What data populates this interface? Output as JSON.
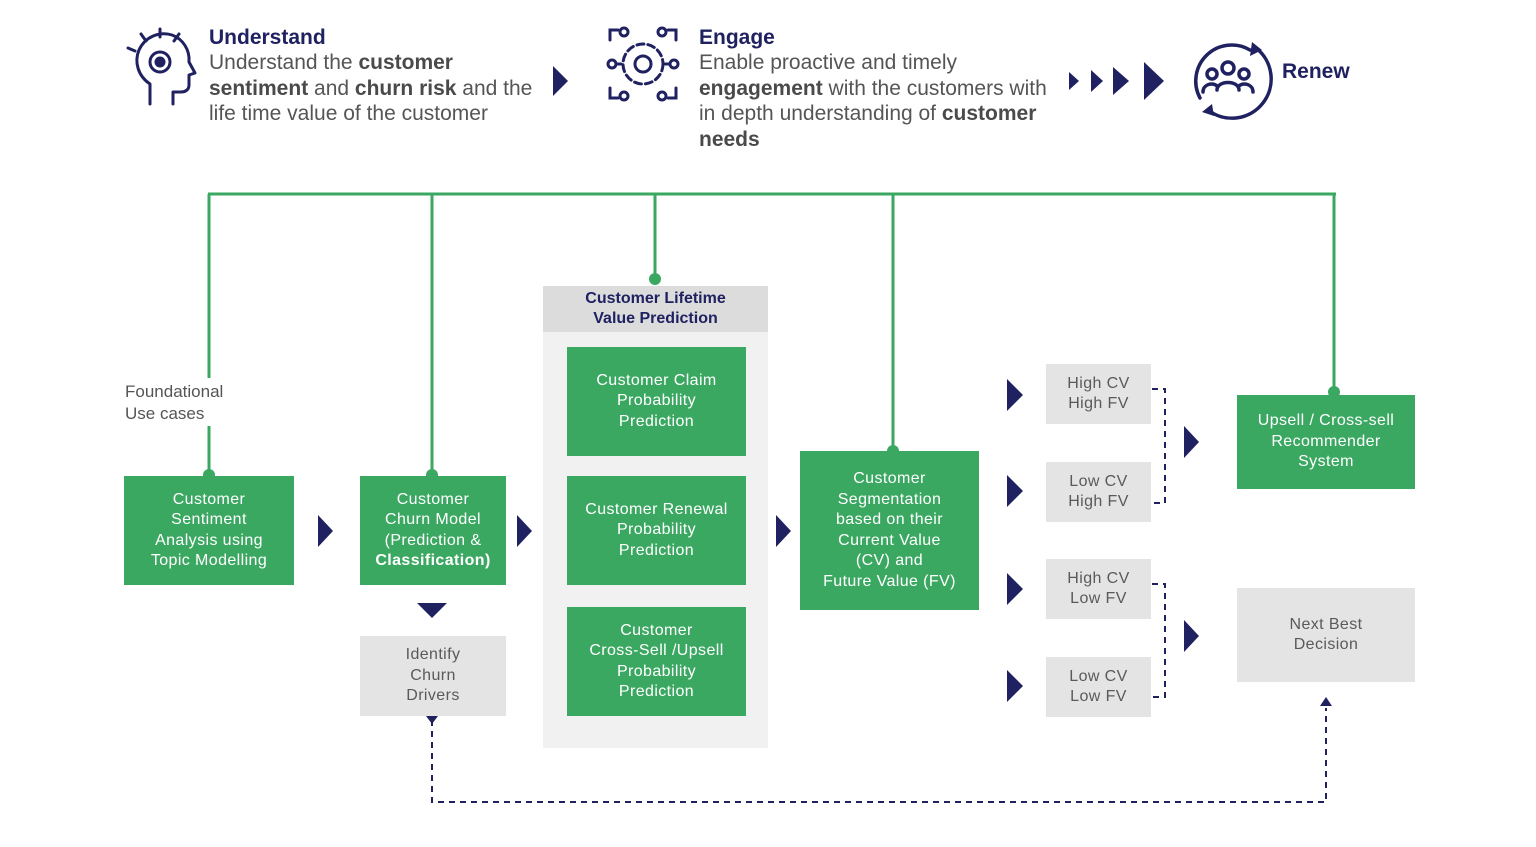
{
  "header": {
    "understand": {
      "title": "Understand",
      "text_parts": [
        "Understand the ",
        "customer",
        " ",
        "sentiment",
        " and ",
        "churn risk",
        " and the life time value of the customer"
      ]
    },
    "engage": {
      "title": "Engage",
      "text_parts": [
        "Enable proactive and timely ",
        "engagement",
        " with the customers with in depth understanding of ",
        "customer needs"
      ]
    },
    "renew": {
      "title": "Renew"
    }
  },
  "icons": [
    "head-target-icon",
    "gear-network-icon",
    "people-cycle-icon",
    "arrow-right-icon",
    "arrow-down-icon"
  ],
  "colors": {
    "green": "#3ba862",
    "navy": "#1f2160",
    "grey_box": "#e4e4e4",
    "panel": "#f1f1f1"
  },
  "foundational_label": "Foundational\nUse cases",
  "nodes": {
    "sentiment": "Customer\nSentiment\nAnalysis using\nTopic Modelling",
    "churn_model_parts": [
      "Customer\nChurn Model\n(Prediction &\n",
      "Classification)"
    ],
    "churn_drivers": "Identify\nChurn\nDrivers",
    "clv_header": "Customer Lifetime\nValue Prediction",
    "claim": "Customer Claim\nProbability\nPrediction",
    "renewal": "Customer Renewal\nProbability\nPrediction",
    "crosssell": "Customer\nCross-Sell /Upsell\nProbability\nPrediction",
    "segmentation": "Customer\nSegmentation\nbased on their\nCurrent Value\n(CV) and\nFuture Value (FV)",
    "segments": [
      "High CV\nHigh FV",
      "Low CV\nHigh FV",
      "High CV\nLow FV",
      "Low CV\nLow FV"
    ],
    "recommender": "Upsell / Cross-sell\nRecommender\nSystem",
    "next_best": "Next Best\nDecision"
  }
}
